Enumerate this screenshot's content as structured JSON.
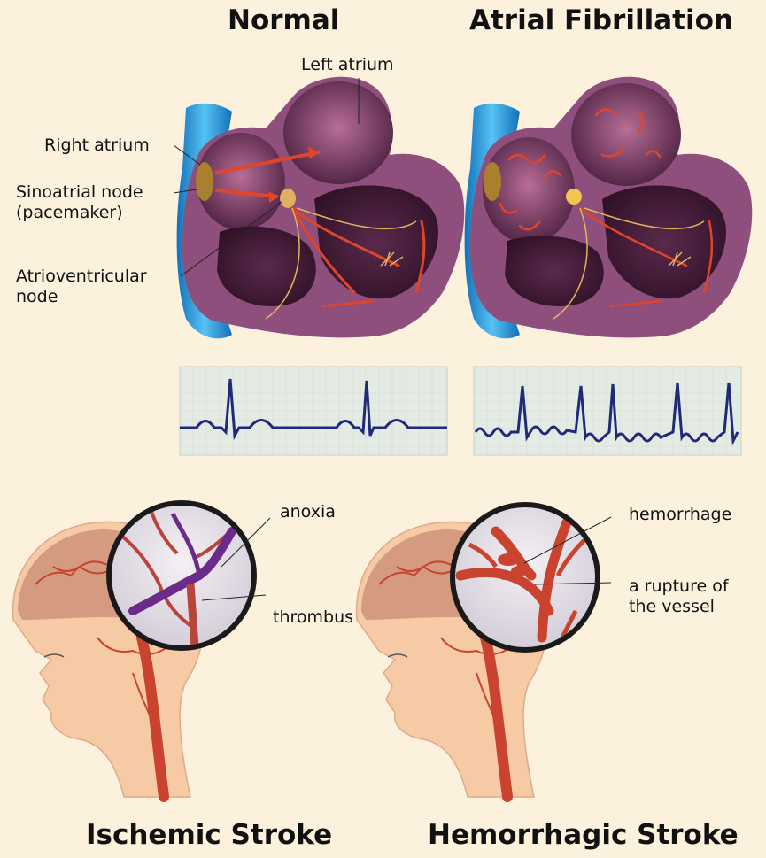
{
  "headings": {
    "normal": "Normal",
    "afib": "Atrial Fibrillation",
    "ischemic": "Ischemic Stroke",
    "hemorrhagic": "Hemorrhagic Stroke"
  },
  "heart_labels": {
    "left_atrium": "Left atrium",
    "right_atrium": "Right atrium",
    "sa_node_1": "Sinoatrial node",
    "sa_node_2": "(pacemaker)",
    "av_node_1": "Atrioventricular",
    "av_node_2": "node"
  },
  "stroke_labels": {
    "anoxia": "anoxia",
    "thrombus": "thrombus",
    "hemorrhage": "hemorrhage",
    "rupture_1": "a rupture of",
    "rupture_2": "the vessel"
  },
  "colors": {
    "background": "#fbf1dc",
    "heart": "#8e4f7c",
    "chamber": "#4a1f3f",
    "vein": "#2f9ee0",
    "conduction": "#e0452a",
    "ecg_line": "#1f2a78",
    "vessel": "#c9432f",
    "clot": "#6a2b8a",
    "skin": "#f7caa6"
  }
}
